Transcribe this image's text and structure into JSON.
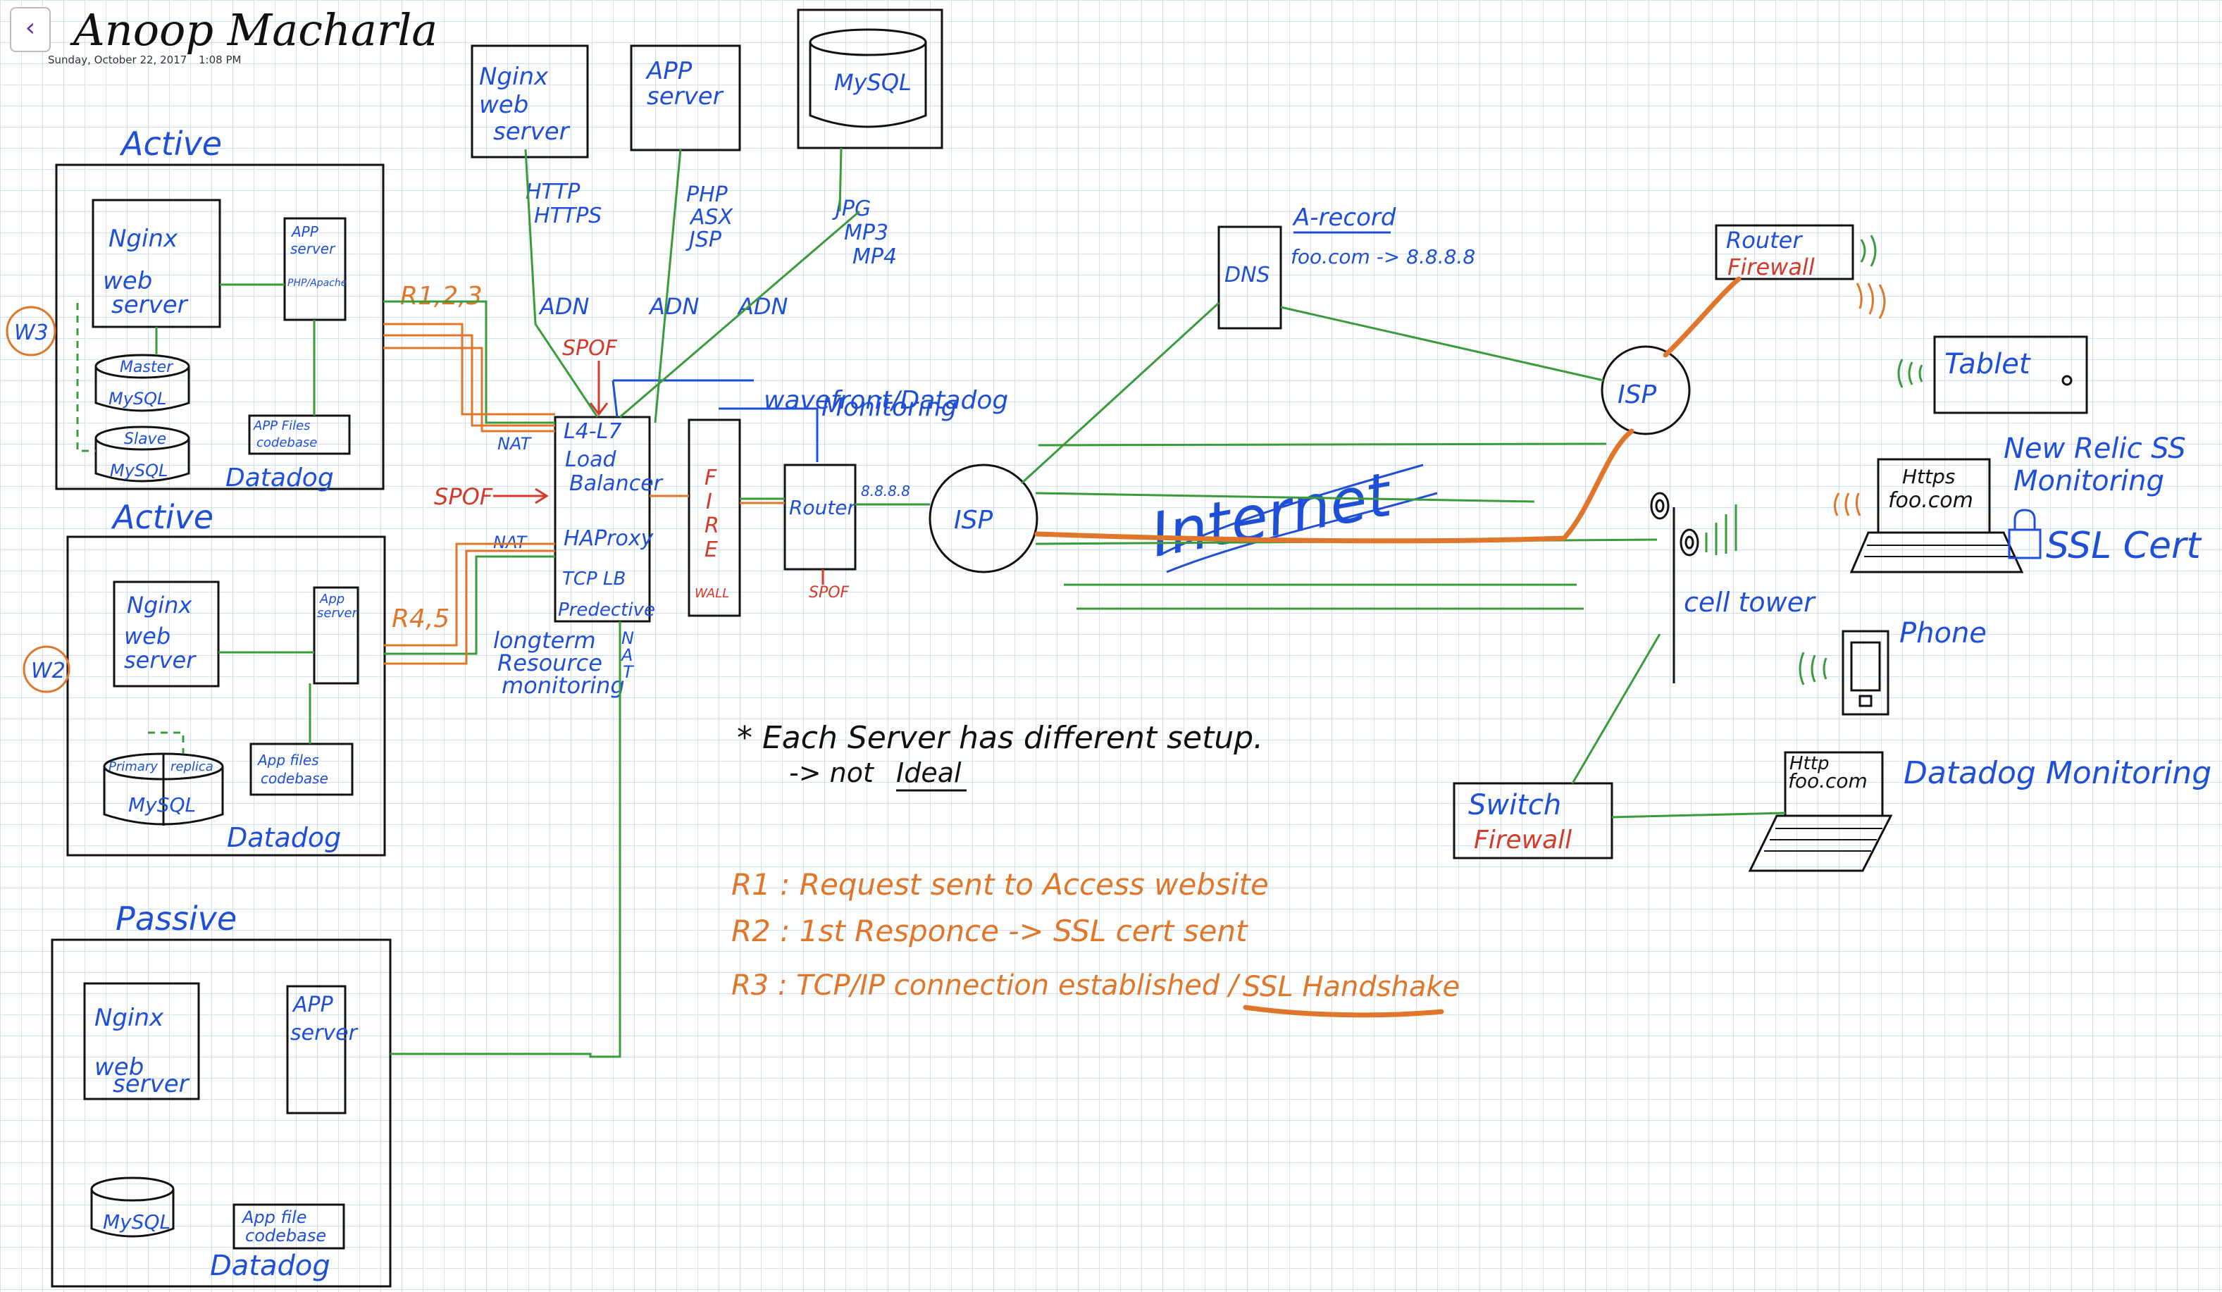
{
  "page": {
    "title": "Anoop Macharla",
    "date": "Sunday, October 22, 2017",
    "time": "1:08 PM",
    "back_icon": "chevron-left-icon"
  },
  "colors": {
    "grid": "#cfe0f4",
    "ink_black": "#111111",
    "ink_blue": "#1f4fd6",
    "ink_green": "#3a9b3a",
    "ink_orange": "#e0762a",
    "ink_red": "#d43a2a"
  },
  "top_servers": {
    "nginx": "Nginx web server",
    "app": "APP server",
    "mysql": "MySQL"
  },
  "protocols": {
    "http": "HTTP",
    "https": "HTTPS",
    "php": "PHP",
    "asx": "ASX",
    "jsp": "JSP",
    "jpg": "JPG",
    "mp3": "MP3",
    "mp4": "MP4",
    "adn": "ADN"
  },
  "clusters": [
    {
      "label": "Active",
      "badge": "W3",
      "nginx": "Nginx web server",
      "app": "APP server",
      "app_sub": "PHP/Apache",
      "db_master": "Master",
      "db_mysql": "MySQL",
      "db_slave": "Slave",
      "db_mysql2": "MySQL",
      "files": "APP Files codebase",
      "monitor": "Datadog"
    },
    {
      "label": "Active",
      "badge": "W2",
      "nginx": "Nginx web server",
      "app": "App server",
      "db_primary": "Primary",
      "db_replica": "replica",
      "db_mysql": "MySQL",
      "files": "App files codebase",
      "monitor": "Datadog"
    },
    {
      "label": "Passive",
      "nginx": "Nginx web server",
      "app": "APP server",
      "db_mysql": "MySQL",
      "files": "App file codebase",
      "monitor": "Datadog"
    }
  ],
  "requests": {
    "r123": "R1,2,3",
    "r45": "R4,5"
  },
  "nat": "NAT",
  "spof": "SPOF",
  "load_balancer": {
    "l4l7": "L4-L7",
    "load": "Load",
    "balancer": "Balancer",
    "haproxy": "HAProxy",
    "tcp": "TCP LB",
    "predective": "Predective"
  },
  "longterm": {
    "line1": "longterm",
    "line2": "Resource",
    "line3": "monitoring"
  },
  "monitoring_note": {
    "line1": "wavefront/Datadog",
    "line2": "Monitoring"
  },
  "firewall": {
    "vertical": "FIRE",
    "wall": "WALL"
  },
  "router": "Router",
  "ip": "8.8.8.8",
  "isp": "ISP",
  "internet": "Internet",
  "dns": {
    "label": "DNS",
    "record": "A-record",
    "mapping": "foo.com -> 8.8.8.8"
  },
  "router_fw": {
    "router": "Router",
    "firewall": "Firewall"
  },
  "tablet": "Tablet",
  "laptop_https": {
    "screen1": "Https",
    "screen2": "foo.com"
  },
  "new_relic": {
    "line1": "New Relic SS",
    "line2": "Monitoring"
  },
  "ssl_cert": "SSL Cert",
  "cell_tower": "cell tower",
  "phone": "Phone",
  "switch": {
    "line1": "Switch",
    "line2": "Firewall"
  },
  "laptop_http": {
    "screen1": "Http",
    "screen2": "foo.com"
  },
  "datadog_monitoring": "Datadog Monitoring",
  "note": {
    "line1": "* Each Server has different setup.",
    "line2": "-> not",
    "ideal": "Ideal"
  },
  "legend": {
    "r1": "R1 : Request sent to Access website",
    "r2": "R2 : 1st Responce -> SSL cert sent",
    "r3_prefix": "R3 : TCP/IP connection established /",
    "r3_emph": "SSL Handshake"
  }
}
